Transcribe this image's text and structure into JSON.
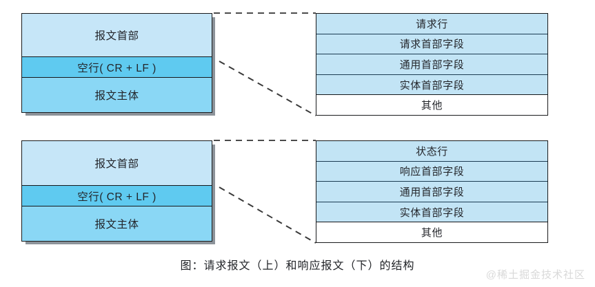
{
  "figure": {
    "caption": "图：请求报文（上）和响应报文（下）的结构",
    "watermark": "@稀土掘金技术社区",
    "colors": {
      "header_fill": "#c6e6f8",
      "blank_line_fill": "#5fcaf0",
      "body_fill": "#8ad7f5",
      "detail_fill": "#c2e4f5",
      "other_fill": "#ffffff",
      "outline": "#18191b",
      "shadow": "#788088",
      "connector": "#4a4a4a"
    }
  },
  "diagrams": [
    {
      "id": "request",
      "message_box": {
        "name": "request-message-box",
        "rows": [
          {
            "label": "报文首部",
            "tone": "tone-header"
          },
          {
            "label": "空行( CR + LF )",
            "tone": "tone-blank"
          },
          {
            "label": "报文主体",
            "tone": "tone-body"
          }
        ]
      },
      "detail_box": {
        "name": "request-header-detail-box",
        "rows": [
          {
            "label": "请求行",
            "tone": ""
          },
          {
            "label": "请求首部字段",
            "tone": ""
          },
          {
            "label": "通用首部字段",
            "tone": ""
          },
          {
            "label": "实体首部字段",
            "tone": ""
          },
          {
            "label": "其他",
            "tone": "tone-plain"
          }
        ]
      }
    },
    {
      "id": "response",
      "message_box": {
        "name": "response-message-box",
        "rows": [
          {
            "label": "报文首部",
            "tone": "tone-header"
          },
          {
            "label": "空行( CR + LF )",
            "tone": "tone-blank"
          },
          {
            "label": "报文主体",
            "tone": "tone-body"
          }
        ]
      },
      "detail_box": {
        "name": "response-header-detail-box",
        "rows": [
          {
            "label": "状态行",
            "tone": ""
          },
          {
            "label": "响应首部字段",
            "tone": ""
          },
          {
            "label": "通用首部字段",
            "tone": ""
          },
          {
            "label": "实体首部字段",
            "tone": ""
          },
          {
            "label": "其他",
            "tone": "tone-plain"
          }
        ]
      }
    }
  ]
}
